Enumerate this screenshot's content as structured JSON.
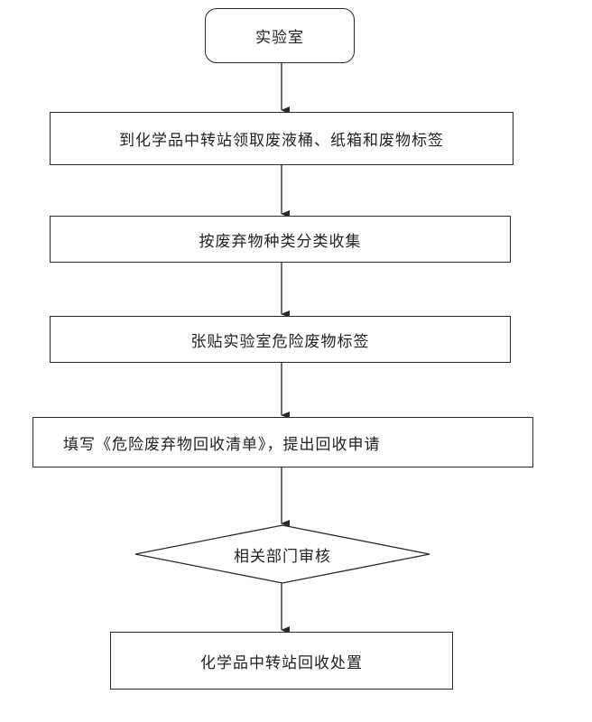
{
  "flowchart": {
    "start": "实验室",
    "steps": [
      "到化学品中转站领取废液桶、纸箱和废物标签",
      "按废弃物种类分类收集",
      "张贴实验室危险废物标签",
      "填写《危险废弃物回收清单》，提出回收申请"
    ],
    "decision": "相关部门审核",
    "end": "化学品中转站回收处置"
  },
  "colors": {
    "stroke": "#2a2a2a",
    "background": "#ffffff",
    "text": "#222222"
  }
}
